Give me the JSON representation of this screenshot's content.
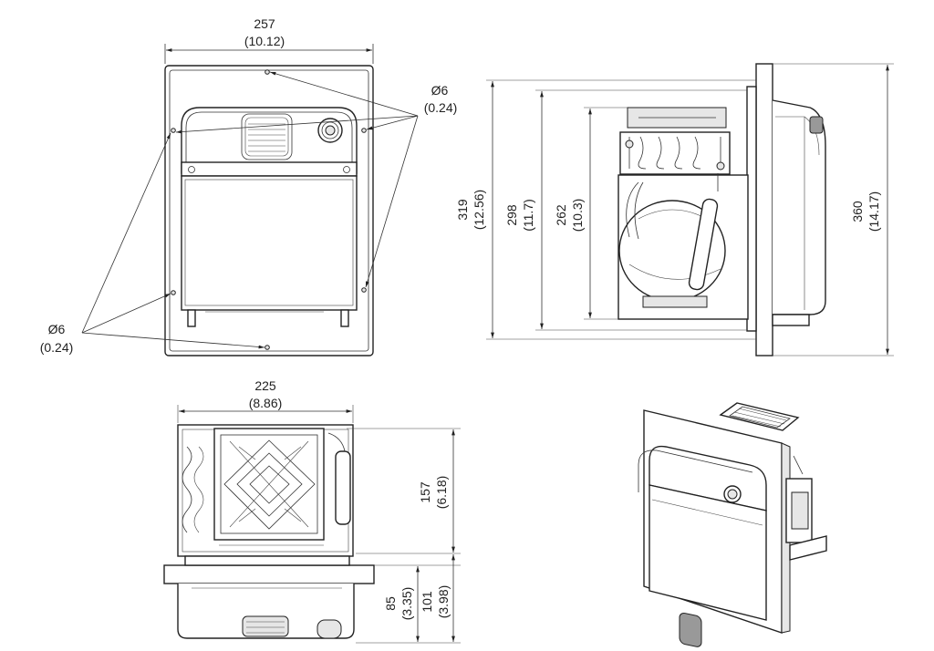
{
  "front_view": {
    "width_mm": "257",
    "width_in": "(10.12)",
    "hole_top_dia": "Ø6",
    "hole_top_in": "(0.24)",
    "hole_bottom_dia": "Ø6",
    "hole_bottom_in": "(0.24)"
  },
  "side_view": {
    "h1_mm": "319",
    "h1_in": "(12.56)",
    "h2_mm": "298",
    "h2_in": "(11.7)",
    "h3_mm": "262",
    "h3_in": "(10.3)",
    "h4_mm": "360",
    "h4_in": "(14.17)"
  },
  "top_view": {
    "width_mm": "225",
    "width_in": "(8.86)",
    "depth_mm": "157",
    "depth_in": "(6.18)",
    "d1_mm": "85",
    "d1_in": "(3.35)",
    "d2_mm": "101",
    "d2_in": "(3.98)"
  }
}
